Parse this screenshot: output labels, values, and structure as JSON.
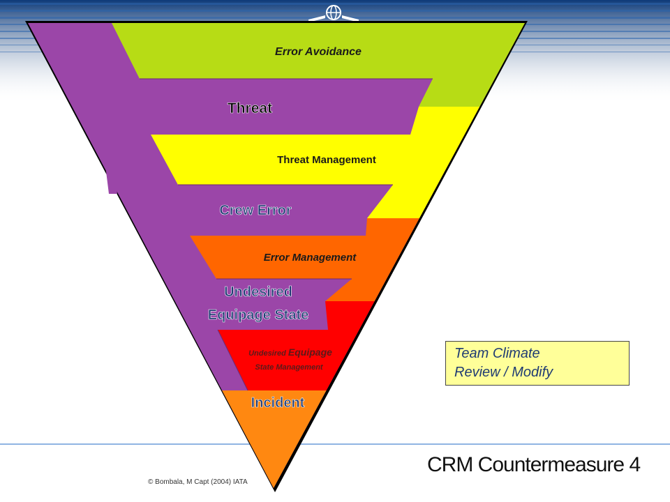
{
  "layers": {
    "error_avoidance": "Error Avoidance",
    "threat": "Threat",
    "threat_management": "Threat Management",
    "crew_error": "Crew Error",
    "error_management": "Error Management",
    "undesired_line1": "Undesired",
    "undesired_line2": "Equipage  State",
    "ues_mgmt_small": "Undesired ",
    "ues_mgmt_big": "Equipage",
    "ues_mgmt_line2": "State Management",
    "incident": "Incident"
  },
  "callout": {
    "line1": "Team Climate",
    "line2": "Review / Modify"
  },
  "slide_title": "CRM Countermeasure 4",
  "copyright": "© Bombala, M Capt (2004) IATA",
  "colors": {
    "purple": "#9b46a8",
    "lime": "#b7dc15",
    "yellow": "#ffff00",
    "orange_dark": "#ff6600",
    "red": "#ff0000",
    "orange": "#ff8811",
    "callout_bg": "#ffff99",
    "header_blue": "#1d4f91"
  },
  "icons": [
    "globe-logo-icon"
  ]
}
